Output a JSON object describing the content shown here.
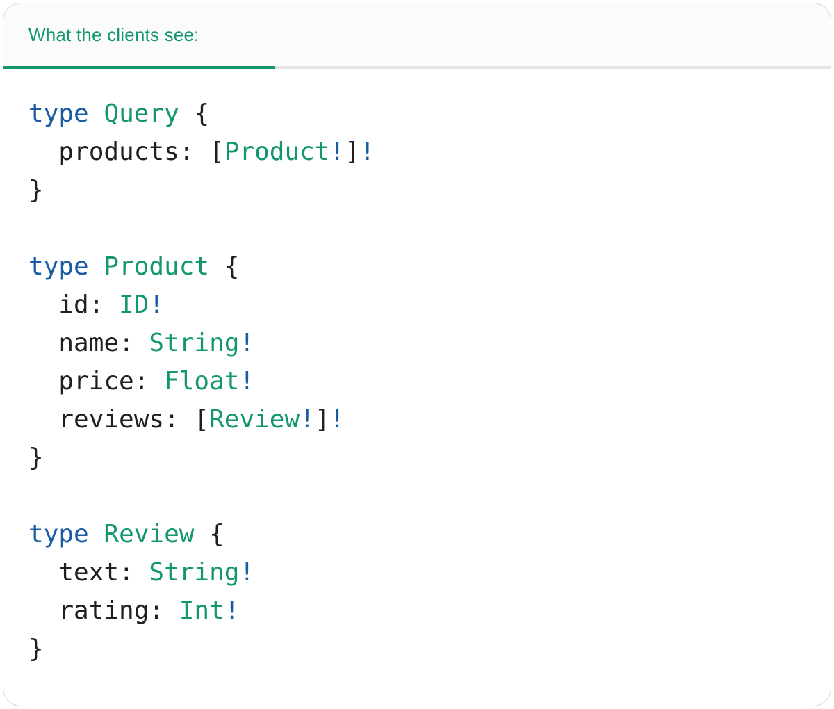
{
  "tab": {
    "label": "What the clients see:"
  },
  "colors": {
    "teal": "#149670",
    "blue": "#1A5CA4",
    "dark": "#1F1F1F",
    "divider": "#E4E4E4",
    "card_border": "#C9DDD0",
    "tab_bg": "#FBFBFB",
    "code_bg": "#FFFFFF"
  },
  "code": {
    "lines": [
      [
        {
          "text": "type",
          "style": "keyword"
        },
        {
          "text": " ",
          "style": "plain"
        },
        {
          "text": "Query",
          "style": "type"
        },
        {
          "text": " {",
          "style": "plain"
        }
      ],
      [
        {
          "text": "  products: [",
          "style": "plain"
        },
        {
          "text": "Product",
          "style": "type"
        },
        {
          "text": "!",
          "style": "bang"
        },
        {
          "text": "]",
          "style": "plain"
        },
        {
          "text": "!",
          "style": "bang"
        }
      ],
      [
        {
          "text": "}",
          "style": "plain"
        }
      ],
      [],
      [
        {
          "text": "type",
          "style": "keyword"
        },
        {
          "text": " ",
          "style": "plain"
        },
        {
          "text": "Product",
          "style": "type"
        },
        {
          "text": " {",
          "style": "plain"
        }
      ],
      [
        {
          "text": "  id: ",
          "style": "plain"
        },
        {
          "text": "ID",
          "style": "type"
        },
        {
          "text": "!",
          "style": "bang"
        }
      ],
      [
        {
          "text": "  name: ",
          "style": "plain"
        },
        {
          "text": "String",
          "style": "type"
        },
        {
          "text": "!",
          "style": "bang"
        }
      ],
      [
        {
          "text": "  price: ",
          "style": "plain"
        },
        {
          "text": "Float",
          "style": "type"
        },
        {
          "text": "!",
          "style": "bang"
        }
      ],
      [
        {
          "text": "  reviews: [",
          "style": "plain"
        },
        {
          "text": "Review",
          "style": "type"
        },
        {
          "text": "!",
          "style": "bang"
        },
        {
          "text": "]",
          "style": "plain"
        },
        {
          "text": "!",
          "style": "bang"
        }
      ],
      [
        {
          "text": "}",
          "style": "plain"
        }
      ],
      [],
      [
        {
          "text": "type",
          "style": "keyword"
        },
        {
          "text": " ",
          "style": "plain"
        },
        {
          "text": "Review",
          "style": "type"
        },
        {
          "text": " {",
          "style": "plain"
        }
      ],
      [
        {
          "text": "  text: ",
          "style": "plain"
        },
        {
          "text": "String",
          "style": "type"
        },
        {
          "text": "!",
          "style": "bang"
        }
      ],
      [
        {
          "text": "  rating: ",
          "style": "plain"
        },
        {
          "text": "Int",
          "style": "type"
        },
        {
          "text": "!",
          "style": "bang"
        }
      ],
      [
        {
          "text": "}",
          "style": "plain"
        }
      ]
    ]
  }
}
